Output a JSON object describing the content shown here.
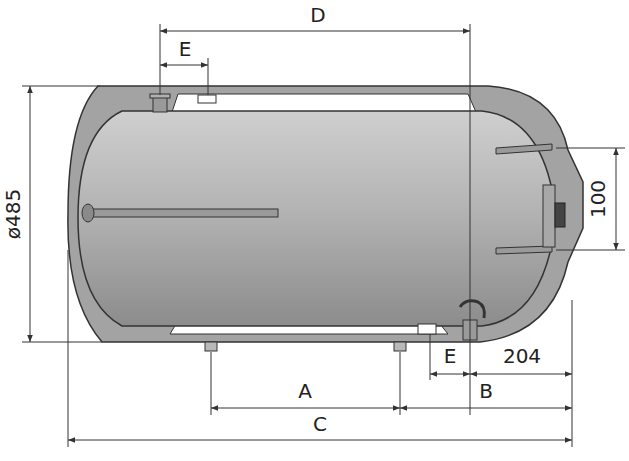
{
  "diagram": {
    "labels": [
      "D",
      "E",
      "ø485",
      "100",
      "E",
      "204",
      "A",
      "B",
      "C"
    ]
  }
}
